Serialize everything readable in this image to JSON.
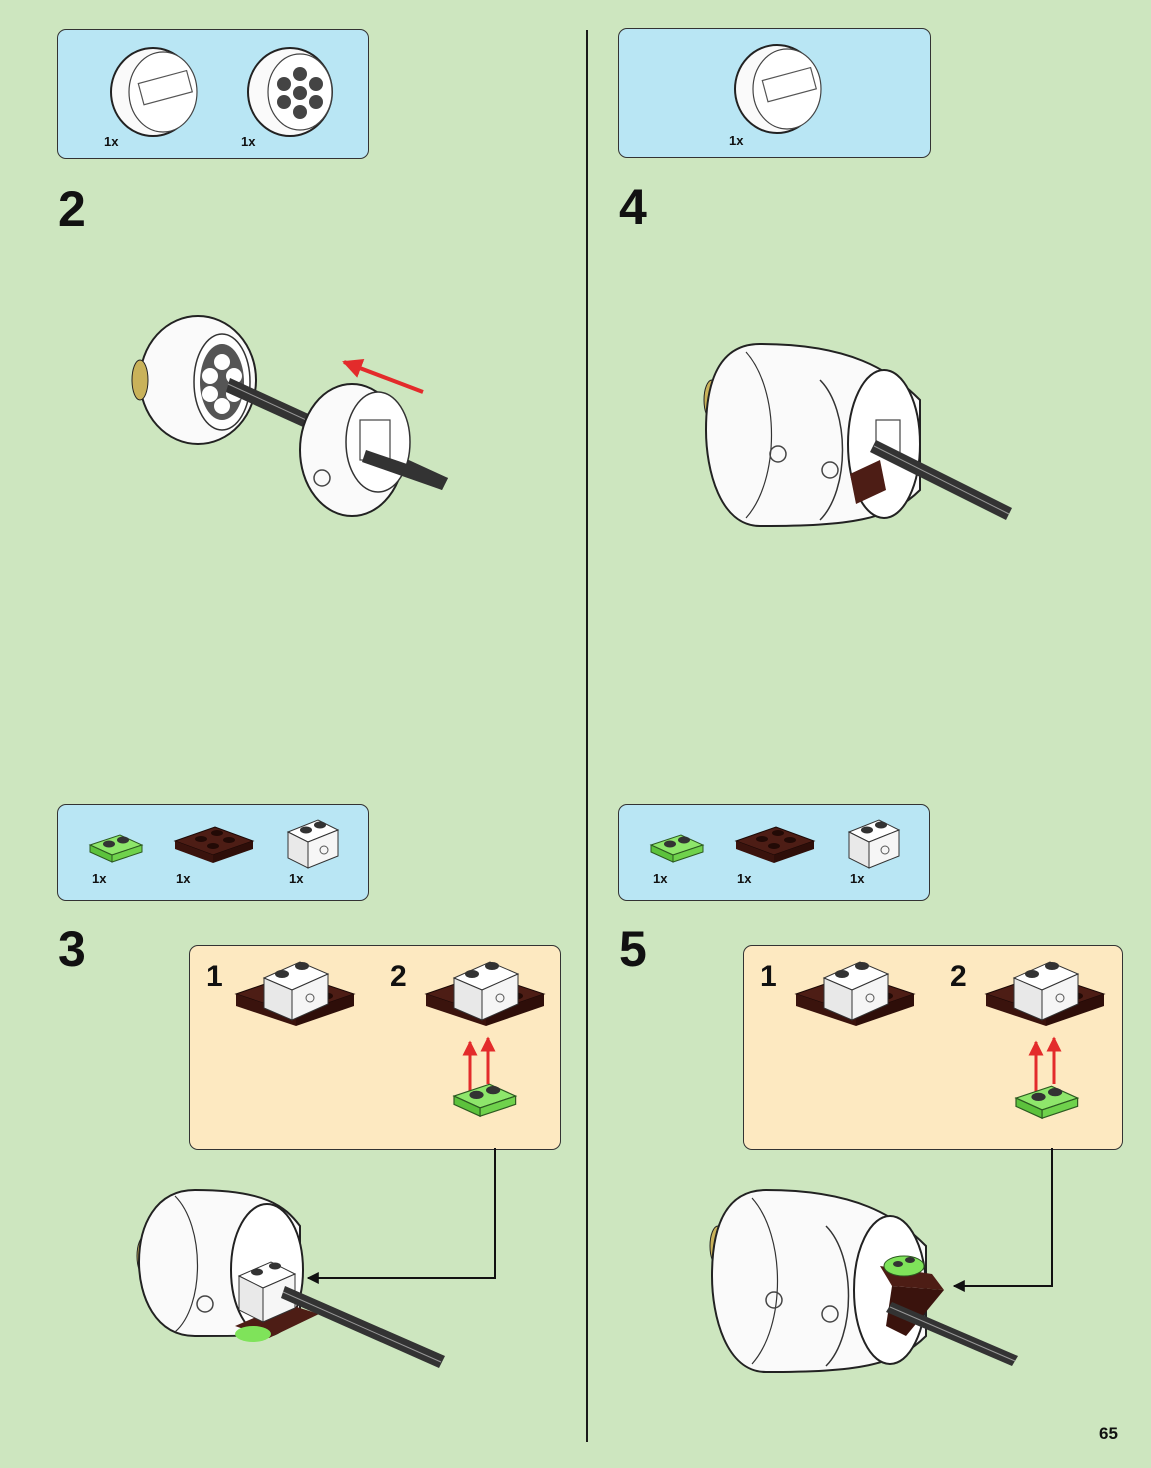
{
  "page_number": "65",
  "colors": {
    "background": "#cde6bf",
    "parts_box": "#b9e6f4",
    "subassembly_box": "#fde9c1",
    "lime_plate": "#7fe35a",
    "brown_plate": "#4a1c14",
    "arrow": "#e32b2b"
  },
  "steps": [
    {
      "number": "2",
      "parts": [
        {
          "name": "wheel-rim-icon",
          "qty": "1x"
        },
        {
          "name": "wheel-hub-icon",
          "qty": "1x"
        }
      ]
    },
    {
      "number": "3",
      "parts": [
        {
          "name": "lime-plate-1x2-icon",
          "qty": "1x"
        },
        {
          "name": "brown-plate-2x2-icon",
          "qty": "1x"
        },
        {
          "name": "white-brick-1x2-icon",
          "qty": "1x"
        }
      ],
      "substeps": [
        "1",
        "2"
      ]
    },
    {
      "number": "4",
      "parts": [
        {
          "name": "wheel-rim-icon",
          "qty": "1x"
        }
      ]
    },
    {
      "number": "5",
      "parts": [
        {
          "name": "lime-plate-1x2-icon",
          "qty": "1x"
        },
        {
          "name": "brown-plate-2x2-icon",
          "qty": "1x"
        },
        {
          "name": "white-brick-1x2-icon",
          "qty": "1x"
        }
      ],
      "substeps": [
        "1",
        "2"
      ]
    }
  ]
}
